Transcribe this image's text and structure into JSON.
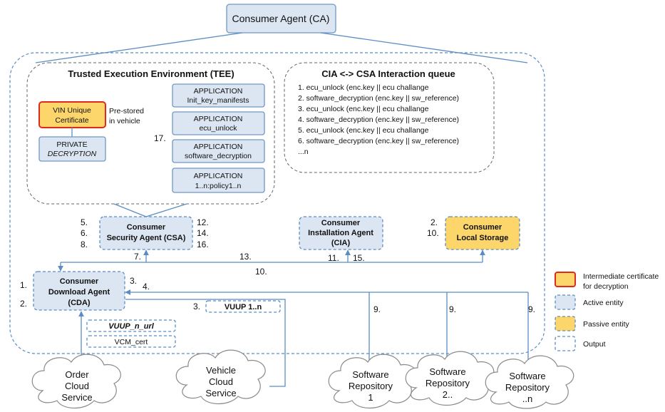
{
  "top": {
    "consumer_agent": "Consumer Agent (CA)"
  },
  "tee": {
    "title": "Trusted Execution Environment (TEE)",
    "vin_cert": [
      "VIN Unique",
      "Certificate"
    ],
    "prestored": [
      "Pre-stored",
      "in vehicle"
    ],
    "private": [
      "PRIVATE",
      "DECRYPTION"
    ],
    "step_17": "17.",
    "applications": [
      [
        "APPLICATION",
        "Init_key_manifests"
      ],
      [
        "APPLICATION",
        "ecu_unlock"
      ],
      [
        "APPLICATION",
        "software_decryption"
      ],
      [
        "APPLICATION",
        "1..n:policy1..n"
      ]
    ]
  },
  "queue": {
    "title": "CIA <-> CSA Interaction queue",
    "items": [
      "1. ecu_unlock (enc.key || ecu challange",
      "2. software_decryption (enc.key || sw_reference)",
      "3. ecu_unlock (enc.key || ecu challange",
      "4. software_decryption (enc.key || sw_reference)",
      "5. ecu_unlock (enc.key || ecu challange",
      "6. software_decryption (enc.key || sw_reference)",
      "...n"
    ]
  },
  "agents": {
    "csa": [
      "Consumer",
      "Security Agent (CSA)"
    ],
    "csa_left_steps": [
      "5.",
      "6.",
      "8."
    ],
    "csa_right_steps": [
      "12.",
      "14.",
      "16."
    ],
    "cia": [
      "Consumer",
      "Installation Agent",
      "(CIA)"
    ],
    "storage": [
      "Consumer",
      "Local Storage"
    ],
    "storage_steps": [
      "2.",
      "10."
    ],
    "cda": [
      "Consumer",
      "Download Agent",
      "(CDA)"
    ],
    "cda_left_steps": [
      "1.",
      "2."
    ],
    "cda_right_steps": [
      "3.",
      "4."
    ]
  },
  "flow_labels": {
    "s7": "7.",
    "s13": "13.",
    "s11": "11.",
    "s15": "15.",
    "s10": "10.",
    "s3": "3.",
    "s9a": "9.",
    "s9b": "9.",
    "s9c": "9."
  },
  "outputs": {
    "vuup": "VUUP 1..n",
    "vuup_url": "VUUP_n_url",
    "vcm_cert": "VCM_cert"
  },
  "clouds": {
    "order": [
      "Order",
      "Cloud",
      "Service"
    ],
    "vehicle": [
      "Vehicle",
      "Cloud",
      "Service"
    ],
    "repo1": [
      "Software",
      "Repository",
      "1"
    ],
    "repo2": [
      "Software",
      "Repository",
      "2.."
    ],
    "repon": [
      "Software",
      "Repository",
      "..n"
    ]
  },
  "legend": {
    "intermediate": [
      "Intermediate certificate",
      "for decryption"
    ],
    "active": "Active entity",
    "passive": "Passive entity",
    "output": "Output"
  },
  "colors": {
    "active_fill": "#dce6f2",
    "passive_fill": "#fcd56b",
    "cert_border": "#e02a1d",
    "line_blue": "#5b8dc4"
  }
}
